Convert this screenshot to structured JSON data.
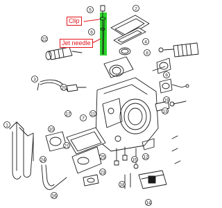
{
  "callouts": {
    "clip": "Clip",
    "jet_needle": "Jet needle"
  },
  "colors": {
    "callout": "#e3141b",
    "highlight": "#2bd42b",
    "line": "#1a1a1a"
  },
  "part_numbers": [
    "1",
    "2",
    "3",
    "4",
    "5",
    "6",
    "7",
    "8",
    "9",
    "10",
    "11",
    "12",
    "13",
    "14",
    "15",
    "16",
    "17",
    "18",
    "19",
    "20",
    "21",
    "22",
    "23",
    "24",
    "25"
  ]
}
